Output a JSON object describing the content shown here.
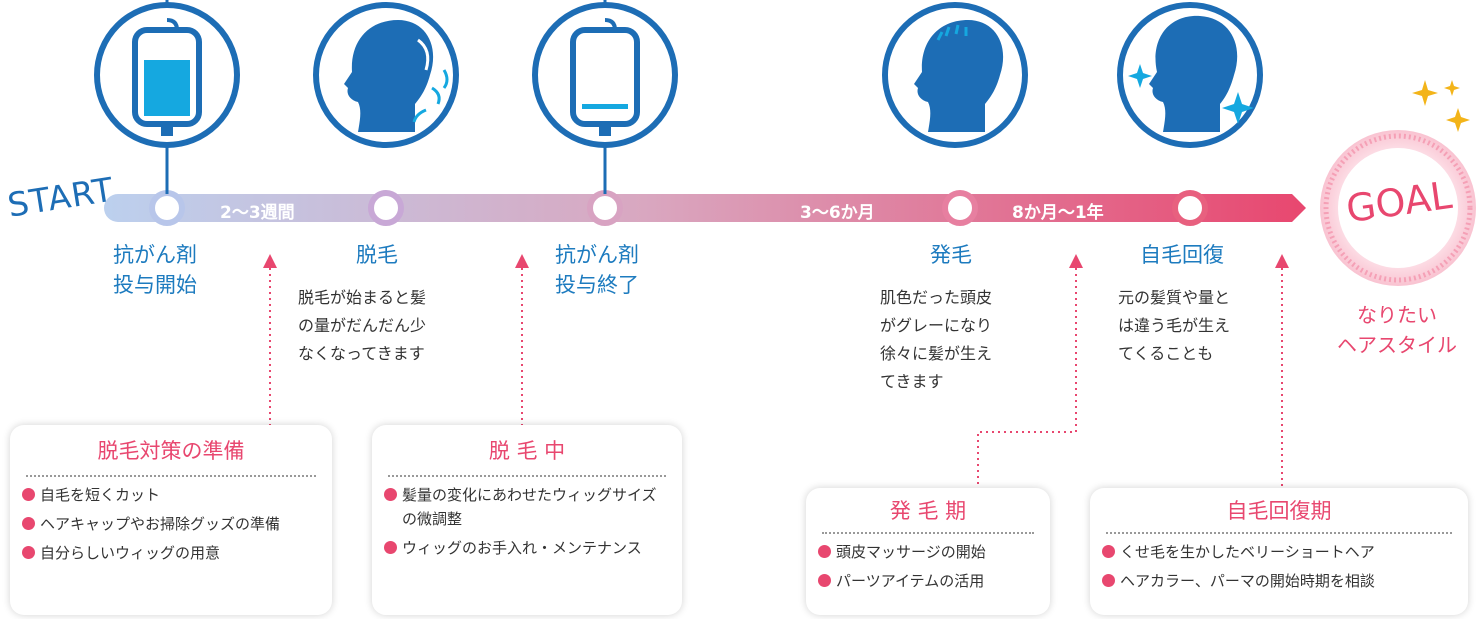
{
  "colors": {
    "blue": "#1d6db5",
    "pink": "#e8476f",
    "light_blue": "#bcd0ee"
  },
  "timeline": {
    "start_label": "START",
    "goal_label": "GOAL",
    "goal_sub": "なりたい\nヘアスタイル",
    "durations": [
      "2〜3週間",
      "3〜6か月",
      "8か月〜1年"
    ]
  },
  "milestones": [
    {
      "icon": "iv-bag-full-icon",
      "title": "抗がん剤\n投与開始",
      "desc": ""
    },
    {
      "icon": "hair-loss-head-icon",
      "title": "脱毛",
      "desc": "脱毛が始まると髪\nの量がだんだん少\nなくなってきます"
    },
    {
      "icon": "iv-bag-empty-icon",
      "title": "抗がん剤\n投与終了",
      "desc": ""
    },
    {
      "icon": "hair-growth-head-icon",
      "title": "発毛",
      "desc": "肌色だった頭皮\nがグレーになり\n徐々に髪が生え\nてきます"
    },
    {
      "icon": "hair-recovered-head-icon",
      "title": "自毛回復",
      "desc": "元の髪質や量と\nは違う毛が生え\nてくることも"
    }
  ],
  "boxes": [
    {
      "title": "脱毛対策の準備",
      "items": [
        "自毛を短くカット",
        "ヘアキャップやお掃除グッズの準備",
        "自分らしいウィッグの用意"
      ]
    },
    {
      "title": "脱 毛 中",
      "items": [
        "髪量の変化にあわせたウィッグサイズの微調整",
        "ウィッグのお手入れ・メンテナンス"
      ]
    },
    {
      "title": "発 毛 期",
      "items": [
        "頭皮マッサージの開始",
        "パーツアイテムの活用"
      ]
    },
    {
      "title": "自毛回復期",
      "items": [
        "くせ毛を生かしたベリーショートヘア",
        "ヘアカラー、パーマの開始時期を相談"
      ]
    }
  ]
}
